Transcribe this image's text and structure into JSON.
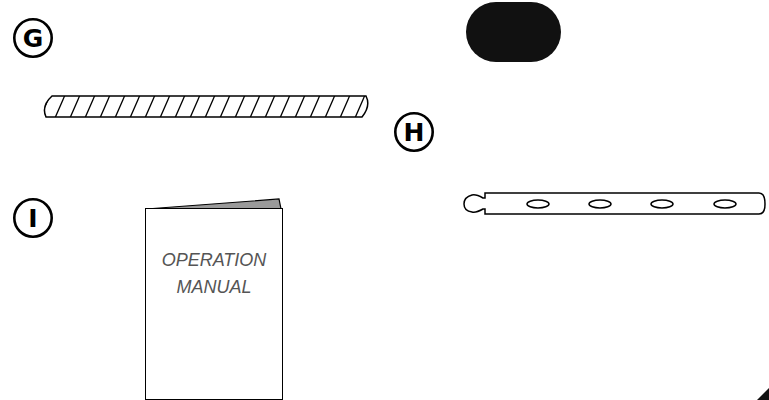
{
  "diagram": {
    "nodes": [
      {
        "text": [
          "G"
        ]
      },
      {
        "text": [
          "H"
        ]
      },
      {
        "text": [
          "I"
        ]
      },
      {
        "text": [
          "OPERATION MANUAL"
        ]
      }
    ]
  }
}
